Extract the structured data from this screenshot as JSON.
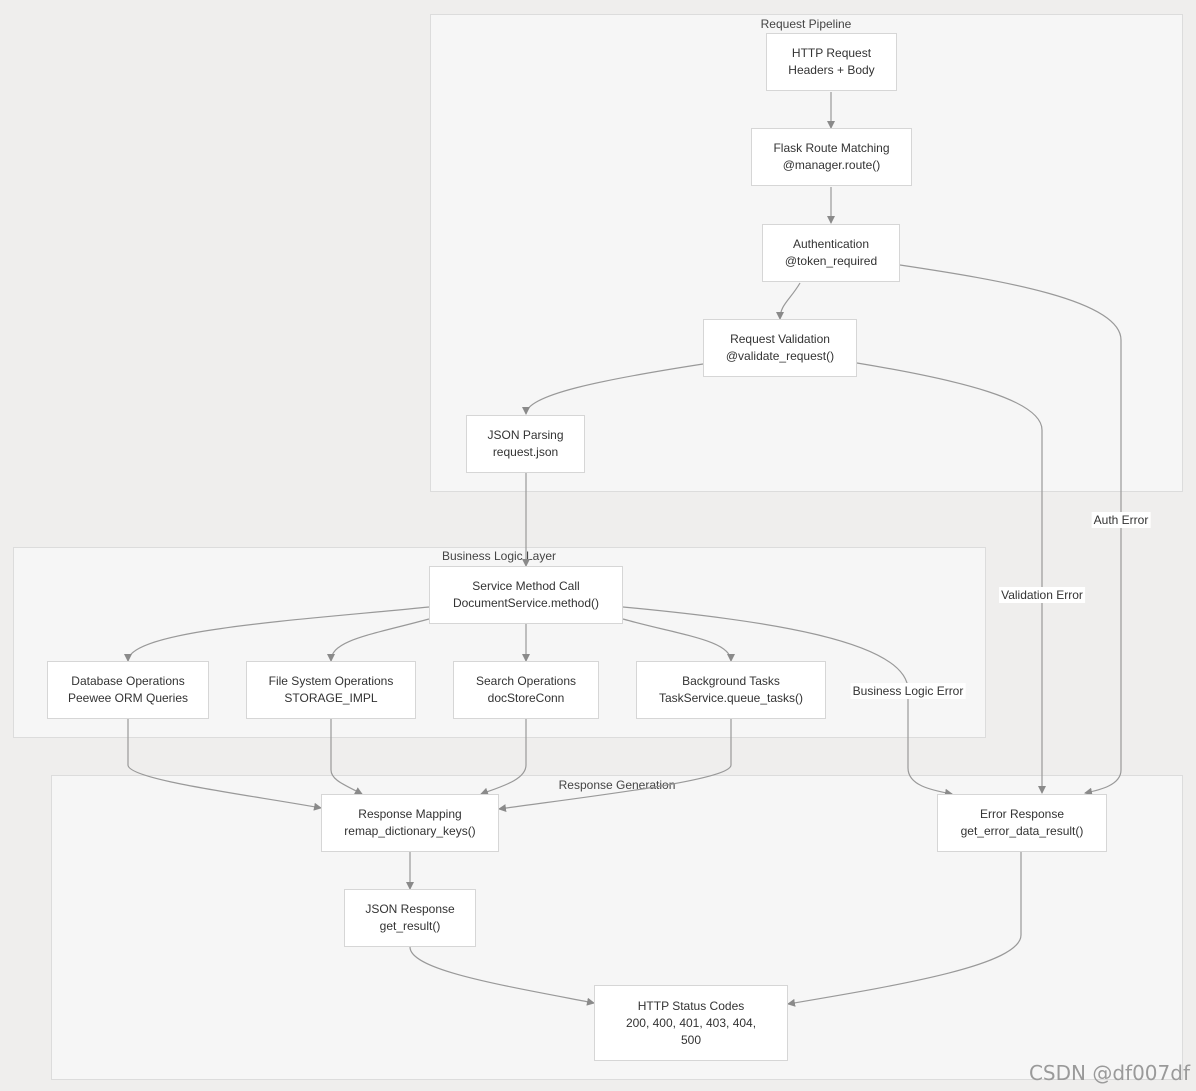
{
  "clusters": {
    "request_pipeline": "Request Pipeline",
    "business_logic": "Business Logic Layer",
    "response_generation": "Response Generation"
  },
  "nodes": {
    "http_request": [
      "HTTP Request",
      "Headers + Body"
    ],
    "flask_route": [
      "Flask Route Matching",
      "@manager.route()"
    ],
    "authentication": [
      "Authentication",
      "@token_required"
    ],
    "request_validation": [
      "Request Validation",
      "@validate_request()"
    ],
    "json_parsing": [
      "JSON Parsing",
      "request.json"
    ],
    "service_call": [
      "Service Method Call",
      "DocumentService.method()"
    ],
    "database_ops": [
      "Database Operations",
      "Peewee ORM Queries"
    ],
    "filesystem_ops": [
      "File System Operations",
      "STORAGE_IMPL"
    ],
    "search_ops": [
      "Search Operations",
      "docStoreConn"
    ],
    "background_tasks": [
      "Background Tasks",
      "TaskService.queue_tasks()"
    ],
    "response_mapping": [
      "Response Mapping",
      "remap_dictionary_keys()"
    ],
    "json_response": [
      "JSON Response",
      "get_result()"
    ],
    "error_response": [
      "Error Response",
      "get_error_data_result()"
    ],
    "status_codes": [
      "HTTP Status Codes",
      "200, 400, 401, 403, 404,",
      "500"
    ]
  },
  "edge_labels": {
    "auth_error": "Auth Error",
    "validation_error": "Validation Error",
    "business_logic_error": "Business Logic Error"
  },
  "watermark": "CSDN @df007df"
}
